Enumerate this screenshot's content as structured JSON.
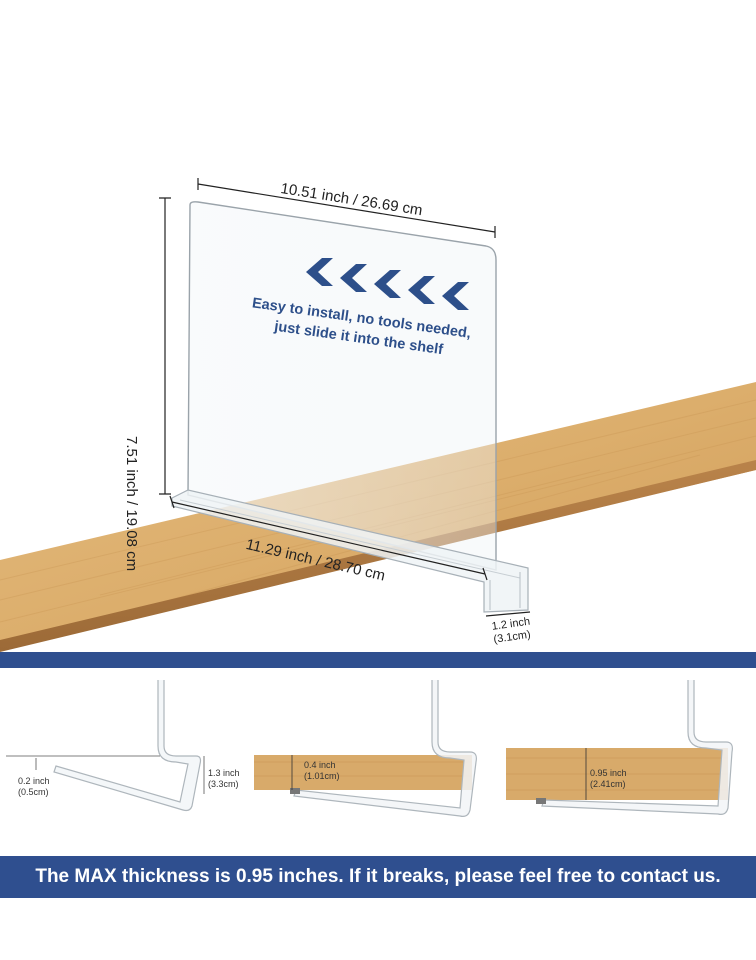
{
  "hero": {
    "arrow_count": 5,
    "instruction_line_1": "Easy to install, no tools needed,",
    "instruction_line_2": "just slide it into the shelf",
    "width_top": "10.51 inch / 26.69 cm",
    "height_side": "7.51 inch / 19.08 cm",
    "base_length": "11.29 inch / 28.70 cm",
    "clip_depth_line_1": "1.2 inch",
    "clip_depth_line_2": "(3.1cm)"
  },
  "panels": [
    {
      "left_line_1": "0.2 inch",
      "left_line_2": "(0.5cm)",
      "right_line_1": "1.3 inch",
      "right_line_2": "(3.3cm)"
    },
    {
      "line_1": "0.4 inch",
      "line_2": "(1.01cm)"
    },
    {
      "line_1": "0.95 inch",
      "line_2": "(2.41cm)"
    }
  ],
  "banner": {
    "text": "The MAX thickness is 0.95 inches. If it breaks, please feel free to contact us."
  },
  "colors": {
    "brand_blue": "#2f4f8f",
    "wood": "#d8aa6a",
    "text_blue": "#2d4f8a"
  }
}
